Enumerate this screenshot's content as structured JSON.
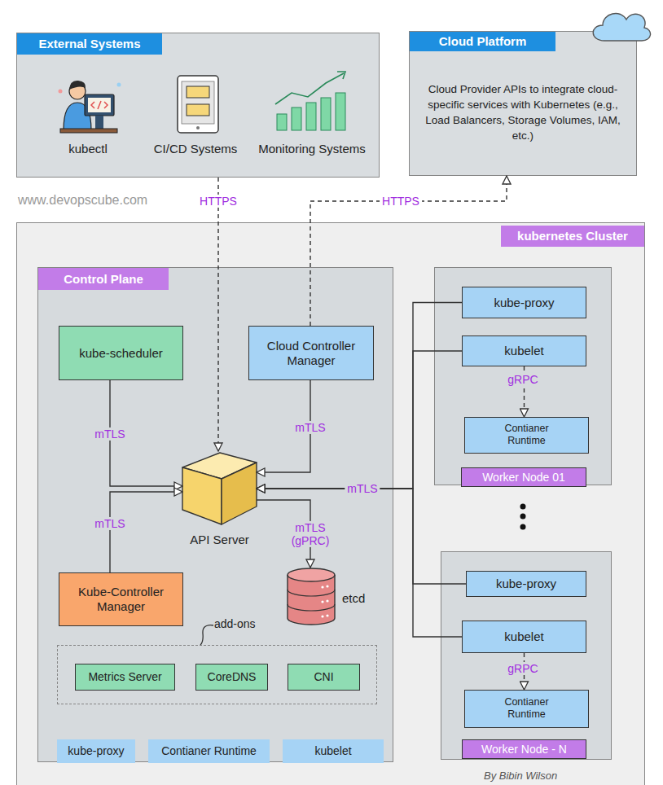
{
  "diagram": {
    "nodes": [
      {
        "text": [
          "External Systems"
        ]
      },
      {
        "text": [
          "Cloud Platform",
          "Cloud Provider APIs to integrate cloud-specific services with Kubernetes (e.g., Load Balancers, Storage Volumes, IAM, etc.)"
        ]
      },
      {
        "text": [
          "kubernetes Cluster"
        ]
      },
      {
        "text": [
          "Control Plane"
        ],
        "in": 2
      },
      {
        "text": [
          "kube-scheduler"
        ],
        "in": 3
      },
      {
        "text": [
          "Cloud Controller Manager"
        ],
        "in": 3
      },
      {
        "text": [
          "API Server"
        ],
        "in": 3
      },
      {
        "text": [
          "Kube-Controller Manager"
        ],
        "in": 3
      },
      {
        "text": [
          "etcd"
        ],
        "in": 3
      },
      {
        "text": [
          "add-ons"
        ],
        "in": 3
      },
      {
        "text": [
          "Metrics Server"
        ],
        "in": 9
      },
      {
        "text": [
          "CoreDNS"
        ],
        "in": 9
      },
      {
        "text": [
          "CNI"
        ],
        "in": 9
      },
      {
        "text": [
          "kube-proxy"
        ],
        "in": 3
      },
      {
        "text": [
          "Contianer Runtime"
        ],
        "in": 3
      },
      {
        "text": [
          "kubelet"
        ],
        "in": 3
      },
      {
        "text": [
          "Worker Node 01"
        ],
        "in": 2
      },
      {
        "text": [
          "kube-proxy"
        ],
        "in": 16
      },
      {
        "text": [
          "kubelet"
        ],
        "in": 16
      },
      {
        "text": [
          "Contianer Runtime"
        ],
        "in": 16
      },
      {
        "text": [
          "Worker Node - N"
        ],
        "in": 2
      },
      {
        "text": [
          "kube-proxy"
        ],
        "in": 20
      },
      {
        "text": [
          "kubelet"
        ],
        "in": 20
      },
      {
        "text": [
          "Contianer Runtime"
        ],
        "in": 20
      }
    ],
    "edges": [
      {
        "from": 0,
        "to": 6,
        "label": "HTTPS",
        "arrow": "to"
      },
      {
        "from": 5,
        "to": 1,
        "label": "HTTPS",
        "arrow": "to"
      },
      {
        "from": 4,
        "to": 6,
        "label": "mTLS",
        "arrow": "to"
      },
      {
        "from": 5,
        "to": 6,
        "label": "mTLS",
        "arrow": "to"
      },
      {
        "from": 7,
        "to": 6,
        "label": "mTLS",
        "arrow": "to"
      },
      {
        "from": 6,
        "to": 8,
        "label": "mTLS (gPRC)",
        "arrow": "to"
      },
      {
        "from": 17,
        "to": 6,
        "label": "mTLS",
        "arrow": "to"
      },
      {
        "from": 18,
        "to": 6,
        "arrow": "to"
      },
      {
        "from": 21,
        "to": 6,
        "arrow": "to"
      },
      {
        "from": 22,
        "to": 6,
        "arrow": "to"
      },
      {
        "from": 18,
        "to": 19,
        "label": "gRPC",
        "arrow": "to"
      },
      {
        "from": 22,
        "to": 23,
        "label": "gRPC",
        "arrow": "to"
      }
    ],
    "labels": [
      "kubectl",
      "CI/CD Systems",
      "Monitoring Systems",
      "www.devopscube.com",
      "By Bibin Wilson"
    ]
  }
}
